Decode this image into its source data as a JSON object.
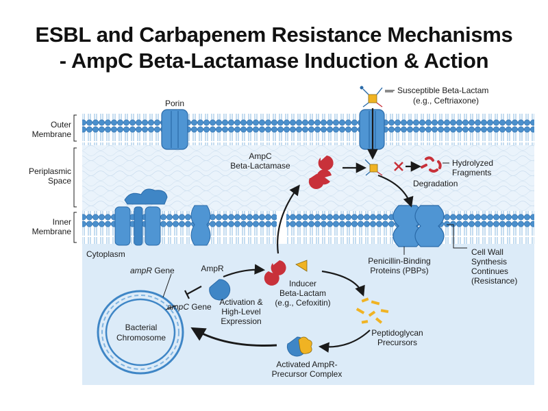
{
  "title": {
    "line1": "ESBL and Carbapenem Resistance Mechanisms",
    "line2": "- AmpC Beta-Lactamase Induction & Action"
  },
  "regions": {
    "outer_membrane": [
      "Outer",
      "Membrane"
    ],
    "periplasmic_space": [
      "Periplasmic",
      "Space"
    ],
    "inner_membrane": [
      "Inner",
      "Membrane"
    ],
    "cytoplasm": "Cytoplasm"
  },
  "labels": {
    "porin": "Porin",
    "susceptible_beta_lactam": [
      "Susceptible Beta-Lactam",
      "(e.g., Ceftriaxone)"
    ],
    "ampc_beta_lactamase": [
      "AmpC",
      "Beta-Lactamase"
    ],
    "hydrolyzed_fragments": [
      "Hydrolyzed",
      "Fragments"
    ],
    "degradation": "Degradation",
    "penicillin_binding_proteins": [
      "Penicillin-Binding",
      "Proteins (PBPs)"
    ],
    "cell_wall_synthesis": [
      "Cell Wall",
      "Synthesis",
      "Continues",
      "(Resistance)"
    ],
    "ampr_gene": {
      "italic": "ampR",
      "rest": " Gene"
    },
    "ampc_gene": {
      "italic": "ampC",
      "rest": " Gene"
    },
    "ampr": "AmpR",
    "bacterial_chromosome": [
      "Bacterial",
      "Chromosome"
    ],
    "activation_expression": [
      "Activation &",
      "High-Level",
      "Expression"
    ],
    "inducer_beta_lactam": [
      "Inducer",
      "Beta-Lactam",
      "(e.g., Cefoxitin)"
    ],
    "peptidoglycan_precursors": [
      "Peptidoglycan",
      "Precursors"
    ],
    "activated_complex": [
      "Activated AmpR-",
      "Precursor Complex"
    ]
  },
  "colors": {
    "membrane_blue": "#3f86c6",
    "membrane_light": "#a9cdee",
    "periplasm": "#e9f3fb",
    "cytoplasm": "#dcebf8",
    "enzyme_red": "#c8313a",
    "inducer_yellow": "#f0b323",
    "arrow": "#1a1a1a"
  }
}
